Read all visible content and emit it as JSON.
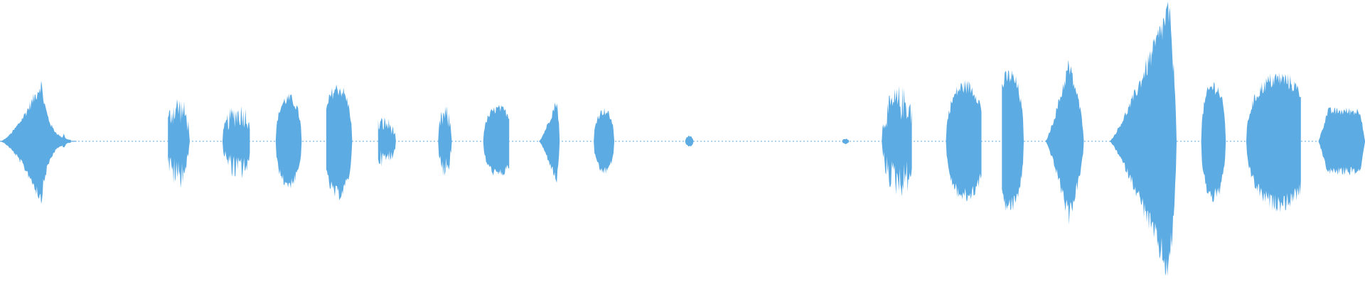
{
  "waveform": {
    "color": "#5DABE3",
    "background": "#FFFFFF",
    "baseline_color": "#5DABE3",
    "segments": [
      {
        "start": 0.0,
        "end": 0.052,
        "peak": 0.23,
        "shape": "spike-decay",
        "peak_at": 0.58
      },
      {
        "start": 0.043,
        "end": 0.056,
        "peak": 0.03,
        "shape": "spike-decay",
        "peak_at": 0.3
      },
      {
        "start": 0.123,
        "end": 0.139,
        "peak": 0.17,
        "shape": "spiky",
        "peak_at": 0.45
      },
      {
        "start": 0.163,
        "end": 0.183,
        "peak": 0.14,
        "shape": "spiky",
        "peak_at": 0.6
      },
      {
        "start": 0.202,
        "end": 0.221,
        "peak": 0.17,
        "shape": "blob",
        "peak_at": 0.5
      },
      {
        "start": 0.239,
        "end": 0.258,
        "peak": 0.21,
        "shape": "blob",
        "peak_at": 0.45
      },
      {
        "start": 0.277,
        "end": 0.29,
        "peak": 0.09,
        "shape": "spiky",
        "peak_at": 0.3
      },
      {
        "start": 0.321,
        "end": 0.331,
        "peak": 0.13,
        "shape": "spiky",
        "peak_at": 0.5
      },
      {
        "start": 0.354,
        "end": 0.373,
        "peak": 0.13,
        "shape": "blob",
        "peak_at": 0.6
      },
      {
        "start": 0.395,
        "end": 0.41,
        "peak": 0.16,
        "shape": "ramp-up",
        "peak_at": 0.85
      },
      {
        "start": 0.435,
        "end": 0.45,
        "peak": 0.12,
        "shape": "blob",
        "peak_at": 0.5
      },
      {
        "start": 0.502,
        "end": 0.508,
        "peak": 0.02,
        "shape": "blob",
        "peak_at": 0.5
      },
      {
        "start": 0.617,
        "end": 0.622,
        "peak": 0.01,
        "shape": "blob",
        "peak_at": 0.5
      },
      {
        "start": 0.646,
        "end": 0.668,
        "peak": 0.2,
        "shape": "spiky",
        "peak_at": 0.6
      },
      {
        "start": 0.693,
        "end": 0.719,
        "peak": 0.22,
        "shape": "blob",
        "peak_at": 0.55
      },
      {
        "start": 0.734,
        "end": 0.75,
        "peak": 0.26,
        "shape": "blob",
        "peak_at": 0.35
      },
      {
        "start": 0.766,
        "end": 0.794,
        "peak": 0.3,
        "shape": "ramp-up",
        "peak_at": 0.6
      },
      {
        "start": 0.813,
        "end": 0.862,
        "peak": 0.52,
        "shape": "ramp-up",
        "peak_at": 0.88
      },
      {
        "start": 0.88,
        "end": 0.898,
        "peak": 0.22,
        "shape": "blob",
        "peak_at": 0.5
      },
      {
        "start": 0.913,
        "end": 0.953,
        "peak": 0.25,
        "shape": "blob",
        "peak_at": 0.6
      },
      {
        "start": 0.966,
        "end": 1.0,
        "peak": 0.12,
        "shape": "plateau",
        "peak_at": 0.6
      }
    ]
  }
}
